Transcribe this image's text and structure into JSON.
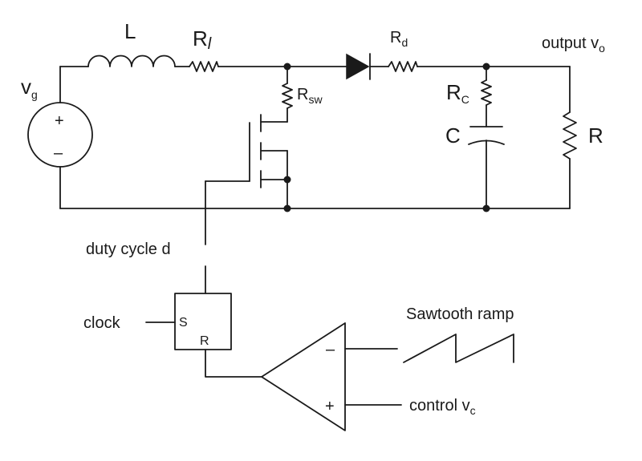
{
  "labels": {
    "inductor": "L",
    "inductor_resistance_main": "R",
    "inductor_resistance_sub": "l",
    "diode_resistance_main": "R",
    "diode_resistance_sub": "d",
    "output_main": "output v",
    "output_sub": "o",
    "source_main": "v",
    "source_sub": "g",
    "source_plus": "+",
    "source_minus": "–",
    "switch_resistance_main": "R",
    "switch_resistance_sub": "sw",
    "cap_resistance_main": "R",
    "cap_resistance_sub": "C",
    "capacitor": "C",
    "load": "R",
    "duty_cycle": "duty cycle d",
    "clock": "clock",
    "latch_s": "S",
    "latch_r": "R",
    "comparator_minus": "–",
    "comparator_plus": "+",
    "sawtooth": "Sawtooth ramp",
    "control_main": "control v",
    "control_sub": "c"
  }
}
